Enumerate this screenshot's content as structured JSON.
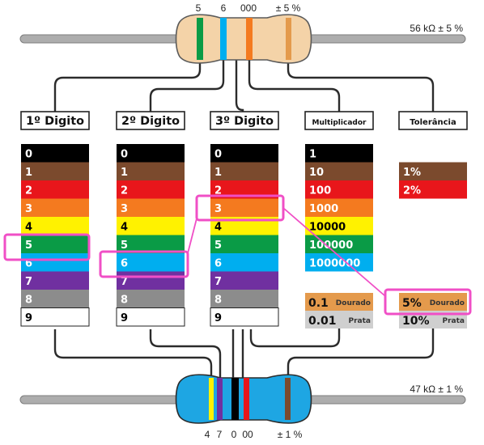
{
  "colors": {
    "black": "#000000",
    "brown": "#7B4A2D",
    "red": "#E8161B",
    "orange": "#F47A1F",
    "yellow": "#FFF200",
    "green": "#0A9B46",
    "blue": "#00AEEF",
    "violet": "#7030A0",
    "gray": "#8C8C8C",
    "white": "#FFFFFF",
    "gold": "#E49A4C",
    "silver": "#CFCFCF",
    "highlight": "#F04FC6"
  },
  "top_resistor": {
    "labels": [
      "5",
      "6",
      "000",
      "± 5 %"
    ],
    "value_label": "56 kΩ ± 5 %",
    "bands": [
      "green",
      "blue",
      "orange",
      "gold"
    ]
  },
  "bottom_resistor": {
    "labels": [
      "4",
      "7",
      "0",
      "00",
      "± 1 %"
    ],
    "value_label": "47 kΩ ± 1 %",
    "bands": [
      "yellow",
      "violet",
      "black",
      "red",
      "brown"
    ]
  },
  "columns": {
    "digit1": {
      "header": "1º Digito",
      "items": [
        {
          "text": "0",
          "color": "black"
        },
        {
          "text": "1",
          "color": "brown"
        },
        {
          "text": "2",
          "color": "red"
        },
        {
          "text": "3",
          "color": "orange"
        },
        {
          "text": "4",
          "color": "yellow"
        },
        {
          "text": "5",
          "color": "green"
        },
        {
          "text": "6",
          "color": "blue"
        },
        {
          "text": "7",
          "color": "violet"
        },
        {
          "text": "8",
          "color": "gray"
        },
        {
          "text": "9",
          "color": "white"
        }
      ]
    },
    "digit2": {
      "header": "2º Digito",
      "items": [
        {
          "text": "0",
          "color": "black"
        },
        {
          "text": "1",
          "color": "brown"
        },
        {
          "text": "2",
          "color": "red"
        },
        {
          "text": "3",
          "color": "orange"
        },
        {
          "text": "4",
          "color": "yellow"
        },
        {
          "text": "5",
          "color": "green"
        },
        {
          "text": "6",
          "color": "blue"
        },
        {
          "text": "7",
          "color": "violet"
        },
        {
          "text": "8",
          "color": "gray"
        },
        {
          "text": "9",
          "color": "white"
        }
      ]
    },
    "digit3": {
      "header": "3º Digito",
      "items": [
        {
          "text": "0",
          "color": "black"
        },
        {
          "text": "1",
          "color": "brown"
        },
        {
          "text": "2",
          "color": "red"
        },
        {
          "text": "3",
          "color": "orange"
        },
        {
          "text": "4",
          "color": "yellow"
        },
        {
          "text": "5",
          "color": "green"
        },
        {
          "text": "6",
          "color": "blue"
        },
        {
          "text": "7",
          "color": "violet"
        },
        {
          "text": "8",
          "color": "gray"
        },
        {
          "text": "9",
          "color": "white"
        }
      ]
    },
    "multiplier": {
      "header": "Multiplicador",
      "items": [
        {
          "text": "1",
          "color": "black"
        },
        {
          "text": "10",
          "color": "brown"
        },
        {
          "text": "100",
          "color": "red"
        },
        {
          "text": "1000",
          "color": "orange"
        },
        {
          "text": "10000",
          "color": "yellow"
        },
        {
          "text": "100000",
          "color": "green"
        },
        {
          "text": "1000000",
          "color": "blue"
        }
      ],
      "extra": [
        {
          "value": "0.1",
          "label": "Dourado",
          "color": "gold"
        },
        {
          "value": "0.01",
          "label": "Prata",
          "color": "silver"
        }
      ]
    },
    "tolerance": {
      "header": "Tolerância",
      "items": [
        {
          "text": "1%",
          "color": "brown"
        },
        {
          "text": "2%",
          "color": "red"
        }
      ],
      "extra": [
        {
          "value": "5%",
          "label": "Dourado",
          "color": "gold"
        },
        {
          "value": "10%",
          "label": "Prata",
          "color": "silver"
        }
      ]
    }
  }
}
